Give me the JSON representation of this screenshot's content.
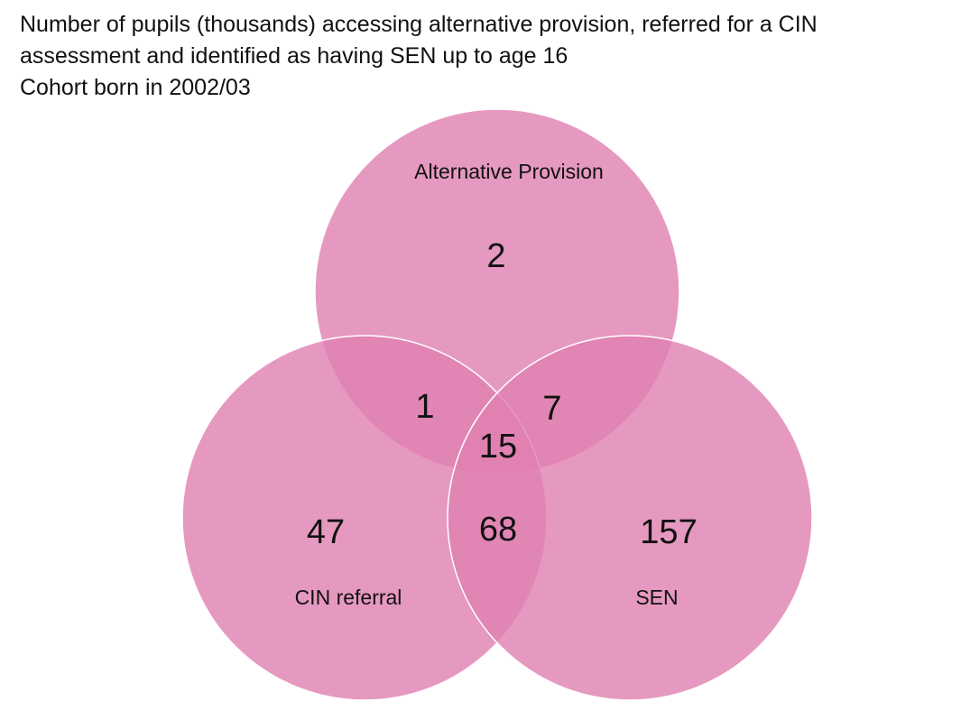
{
  "title": {
    "line1": "Number of pupils (thousands) accessing alternative provision, referred for a CIN",
    "line2": "assessment and identified as having SEN up to age 16",
    "line3": "Cohort born in 2002/03"
  },
  "colors": {
    "circle_fill": "#e080b0",
    "circle_stroke": "#ffffff"
  },
  "sets": {
    "alternative_provision": "Alternative Provision",
    "cin_referral": "CIN referral",
    "sen": "SEN"
  },
  "counts": {
    "ap_only": "2",
    "cin_only": "47",
    "sen_only": "157",
    "ap_cin": "1",
    "ap_sen": "7",
    "cin_sen": "68",
    "all_three": "15"
  }
}
